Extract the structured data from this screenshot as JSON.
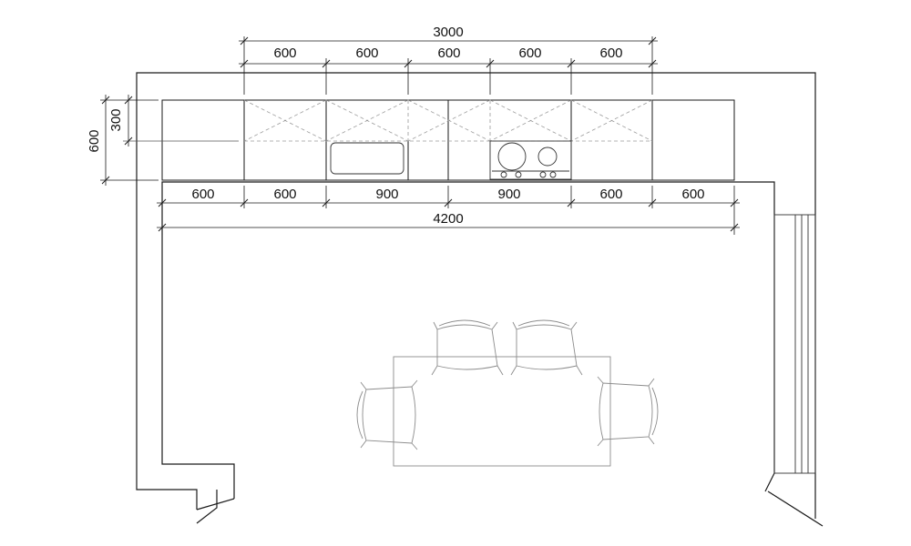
{
  "dimensions": {
    "upper_total": "3000",
    "upper_modules": [
      "600",
      "600",
      "600",
      "600",
      "600"
    ],
    "lower_modules": [
      "600",
      "600",
      "900",
      "900",
      "600",
      "600"
    ],
    "lower_total": "4200",
    "side_height": "600",
    "side_upper": "300"
  },
  "colors": {
    "line": "#1a1a1a",
    "furniture": "#8c8c8c",
    "dashed": "#9a9a9a"
  }
}
